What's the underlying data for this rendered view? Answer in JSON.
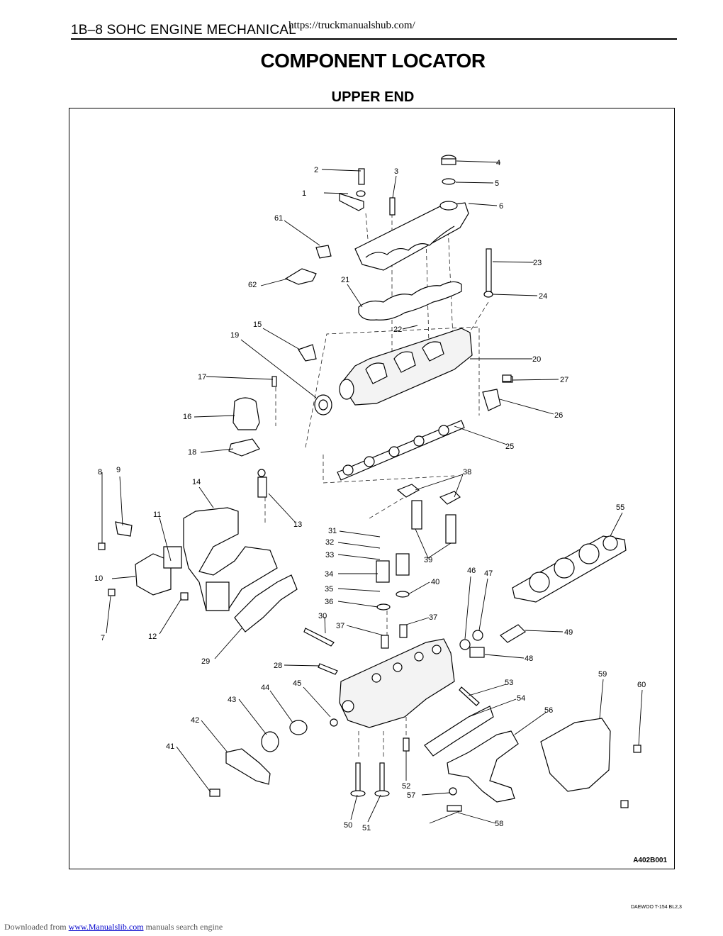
{
  "header": {
    "section": "1B–8  SOHC ENGINE MECHANICAL",
    "url": "https://truckmanualshub.com/"
  },
  "title": "COMPONENT LOCATOR",
  "subtitle": "UPPER END",
  "figure": {
    "code": "A402B001",
    "callouts": [
      "1",
      "2",
      "3",
      "4",
      "5",
      "6",
      "7",
      "8",
      "9",
      "10",
      "11",
      "12",
      "13",
      "14",
      "15",
      "16",
      "17",
      "18",
      "19",
      "20",
      "21",
      "22",
      "23",
      "24",
      "25",
      "26",
      "27",
      "28",
      "29",
      "30",
      "31",
      "32",
      "33",
      "34",
      "35",
      "36",
      "37",
      "37",
      "38",
      "39",
      "40",
      "41",
      "42",
      "43",
      "44",
      "45",
      "46",
      "47",
      "48",
      "49",
      "50",
      "51",
      "52",
      "53",
      "54",
      "55",
      "56",
      "57",
      "58",
      "59",
      "60",
      "61",
      "62"
    ]
  },
  "doc_code": "DAEWOO T-154 BL2,3",
  "footer": {
    "prefix": "Downloaded from ",
    "link": "www.Manualslib.com",
    "suffix": " manuals search engine"
  }
}
